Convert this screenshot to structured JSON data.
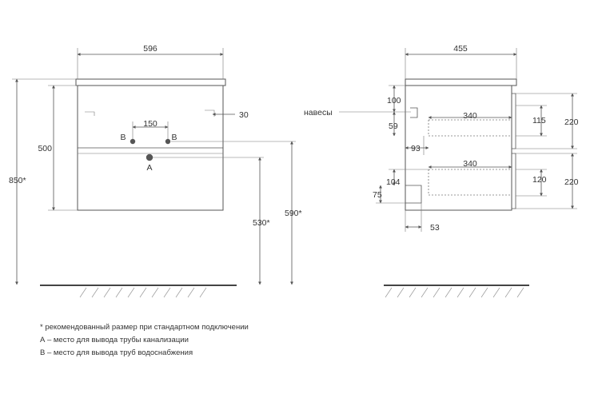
{
  "front": {
    "width": "596",
    "spacing_150": "150",
    "label_b_left": "B",
    "label_b_right": "B",
    "label_a": "A",
    "height_500": "500",
    "height_850": "850*",
    "dim_30": "30",
    "height_530": "530*",
    "height_590": "590*"
  },
  "side": {
    "depth": "455",
    "hinges_label": "навесы",
    "dim_100": "100",
    "dim_59": "59",
    "dim_93": "93",
    "dim_104": "104",
    "dim_75": "75",
    "dim_53": "53",
    "drawer_top_depth": "340",
    "drawer_bottom_depth": "340",
    "dim_115": "115",
    "dim_120": "120",
    "dim_220_top": "220",
    "dim_220_bottom": "220"
  },
  "notes": {
    "asterisk": "* рекомендованный размер при стандартном подключении",
    "a": "А – место для вывода трубы канализации",
    "b": "В – место для вывода труб водоснабжения"
  }
}
